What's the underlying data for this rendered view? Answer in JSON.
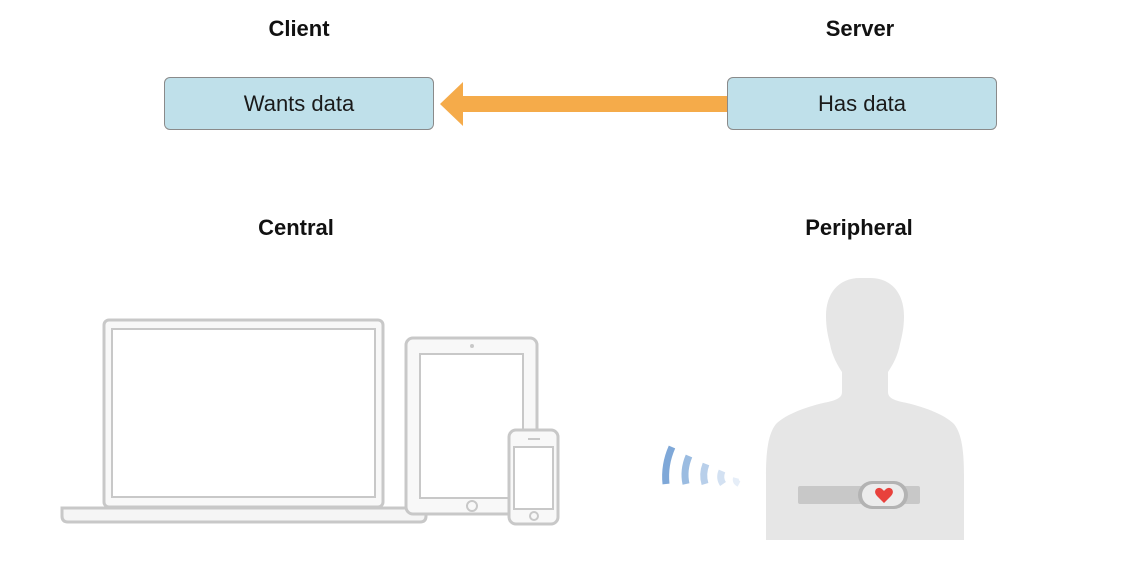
{
  "headings": {
    "client": "Client",
    "server": "Server",
    "central": "Central",
    "peripheral": "Peripheral"
  },
  "boxes": {
    "client": "Wants data",
    "server": "Has data"
  },
  "colors": {
    "box_fill": "#bfe0ea",
    "arrow": "#f5ab4a",
    "device_gray": "#c8c8c8",
    "body_gray": "#e6e6e6",
    "signal_blue": "#7fa8d8",
    "heart": "#e8413c"
  },
  "icons": {
    "central_devices": [
      "laptop-icon",
      "tablet-icon",
      "phone-icon"
    ],
    "peripheral": [
      "person-silhouette-icon",
      "heart-rate-strap-icon",
      "wireless-signal-icon"
    ]
  }
}
